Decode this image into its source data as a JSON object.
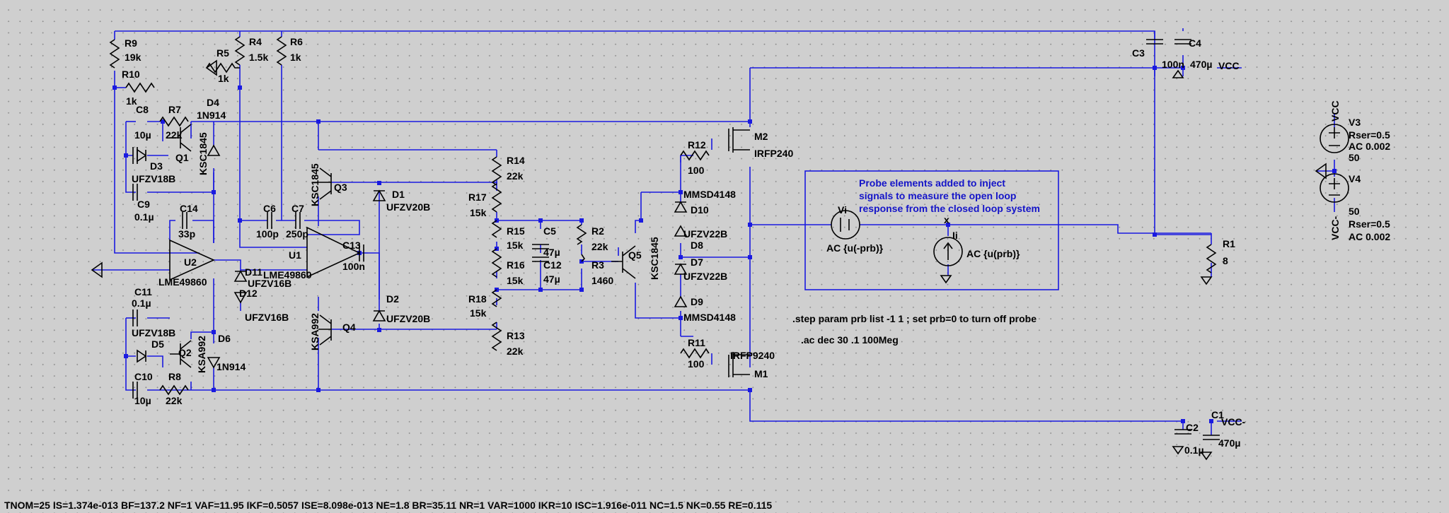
{
  "labels": {
    "R9": "R9",
    "R9v": "19k",
    "R10": "R10",
    "R10v": "1k",
    "R4": "R4",
    "R4v": "1.5k",
    "R5": "R5",
    "R5v": "1k",
    "R6": "R6",
    "R6v": "1k",
    "R7": "R7",
    "R7v": "22k",
    "D4": "D4",
    "D4m": "1N914",
    "C8": "C8",
    "C8v": "10µ",
    "Q1": "Q1",
    "Q1m": "KSC1845",
    "D3": "D3",
    "D3m": "UFZV18B",
    "C9": "C9",
    "C9v": "0.1µ",
    "C14": "C14",
    "C14v": "33p",
    "C6": "C6",
    "C6v": "100p",
    "C7": "C7",
    "C7v": "250p",
    "U2": "U2",
    "U2m": "LME49860",
    "U1": "U1",
    "U1m": "LME49860",
    "C13": "C13",
    "C13v": "100n",
    "D11": "D11",
    "D11m": "UFZV16B",
    "D12": "D12",
    "D12m": "UFZV16B",
    "Q3": "Q3",
    "Q3m": "KSC1845",
    "D1": "D1",
    "D1m": "UFZV20B",
    "D2": "D2",
    "D2m": "UFZV20B",
    "Q4": "Q4",
    "Q4m": "KSA992",
    "C11": "C11",
    "C11v": "0.1µ",
    "D5": "D5",
    "D5m": "UFZV18B",
    "Q2": "Q2",
    "Q2m": "KSA992",
    "D6": "D6",
    "D6m": "1N914",
    "C10": "C10",
    "C10v": "10µ",
    "R8": "R8",
    "R8v": "22k",
    "R14": "R14",
    "R14v": "22k",
    "R17": "R17",
    "R17v": "15k",
    "R15": "R15",
    "R15v": "15k",
    "C5": "C5",
    "C5v": "47µ",
    "R2": "R2",
    "R2v": "22k",
    "R3": "R3",
    "R3v": "1460",
    "C12": "C12",
    "C12v": "47µ",
    "R16": "R16",
    "R16v": "15k",
    "Q5": "Q5",
    "Q5m": "KSC1845",
    "R18": "R18",
    "R18v": "15k",
    "R13": "R13",
    "R13v": "22k",
    "R12": "R12",
    "R12v": "100",
    "M2": "M2",
    "M2m": "IRFP240",
    "D10": "D10",
    "D10m": "MMSD4148",
    "D10z": "UFZV22B",
    "D8": "D8",
    "D7": "D7",
    "D7m": "UFZV22B",
    "D9": "D9",
    "D9m": "MMSD4148",
    "R11": "R11",
    "R11v": "100",
    "M1": "M1",
    "M1m": "IRFP9240",
    "C3": "C3",
    "C3v": "100n",
    "C4": "C4",
    "C4v": "470µ",
    "VCC": "VCC",
    "C2": "C2",
    "C2v": "0.1µ",
    "C1": "C1",
    "C1v": "470µ",
    "VCCm": "VCC-",
    "R1": "R1",
    "R1v": "8",
    "V3": "V3",
    "V3r": "Rser=0.5",
    "V3ac": "AC 0.002",
    "V3dc": "50",
    "V3net": "VCC",
    "V4": "V4",
    "V4dc": "50",
    "V4r": "Rser=0.5",
    "V4ac": "AC 0.002",
    "V4net": "VCC-",
    "Vi": "Vi",
    "Vival": "AC {u(-prb)}",
    "Ii": "Ii",
    "Iival": "AC {u(prb)}",
    "X": "x"
  },
  "notes": {
    "probe_line1": "Probe elements added to  inject",
    "probe_line2": "signals to measure the open loop",
    "probe_line3": "response from the closed loop system",
    "step": ".step param prb list -1 1 ; set prb=0 to turn off probe",
    "ac": ".ac dec 30 .1 100Meg",
    "model": "TNOM=25 IS=1.374e-013 BF=137.2 NF=1 VAF=11.95 IKF=0.5057 ISE=8.098e-013 NE=1.8 BR=35.11 NR=1 VAR=1000 IKR=10 ISC=1.916e-011 NC=1.5 NK=0.55 RE=0.115"
  }
}
